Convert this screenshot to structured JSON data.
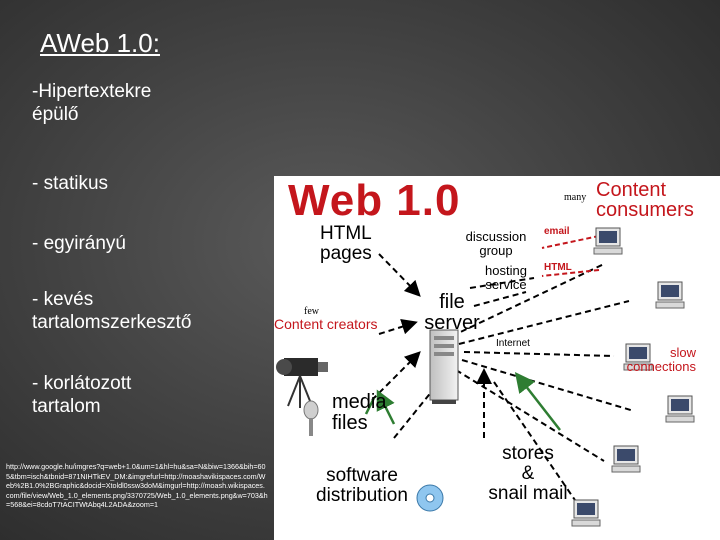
{
  "slide": {
    "title": "AWeb 1.0:",
    "bullets": [
      "-Hipertextekre\népülő",
      "- statikus",
      "- egyirányú",
      "- kevés\ntartalomszerkesztő",
      "- korlátozott\ntartalom"
    ],
    "source_url": "http://www.google.hu/imgres?q=web+1.0&um=1&hl=hu&sa=N&biw=1366&bih=605&tbm=isch&tbnid=871NIHTkEV_DM:&imgrefurl=http://moashavikispaces.com/Web%2B1.0%2BGraphic&docid=Xtoldl0ssw3doM&imgurl=http://moash.wikispaces.com/file/view/Web_1.0_elements.png/3370725/Web_1.0_elements.png&w=703&h=568&ei=8cdoT7tACITWtAbq4L2ADA&zoom=1"
  },
  "diagram": {
    "title": "Web 1.0",
    "html_pages": "HTML\npages",
    "many": "many",
    "content_consumers": "Content\nconsumers",
    "discussion_group": "discussion\ngroup",
    "email": "email",
    "hosting_service": "hosting\nservice",
    "html_tag": "HTML",
    "few": "few",
    "content_creators": "Content creators",
    "file_server": "file\nserver",
    "internet": "Internet",
    "slow_connections": "slow\nconnections",
    "media_files": "media\nfiles",
    "software_distribution": "software\ndistribution",
    "stores_snail_mail": "stores\n&\nsnail mail",
    "colors": {
      "red": "#c4161c",
      "black": "#000000",
      "green": "#2e7d32"
    }
  }
}
